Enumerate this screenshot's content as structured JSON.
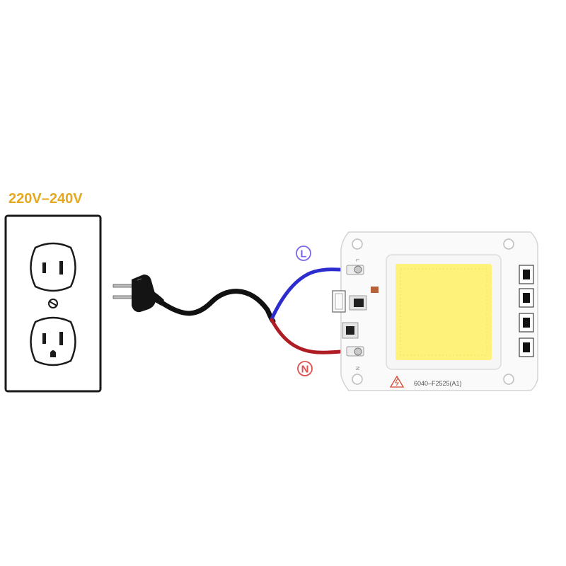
{
  "voltage_label": "220V–240V",
  "terminals": {
    "live": {
      "label": "L",
      "color": "#7b68ee"
    },
    "neutral": {
      "label": "N",
      "color": "#e05050"
    }
  },
  "module": {
    "part_code": "6040–F2525(A1)",
    "pad_live": "L",
    "pad_neutral": "N"
  },
  "colors": {
    "voltage_text": "#e6a81c",
    "wire_live": "#2d2dcf",
    "wire_neutral": "#b01c24",
    "cable": "#111111",
    "led_phosphor": "#fff27a",
    "pcb": "#fafafa"
  },
  "icons": {
    "outlet": "duplex-outlet",
    "plug": "two-prong-plug",
    "warning": "high-voltage-warning"
  }
}
